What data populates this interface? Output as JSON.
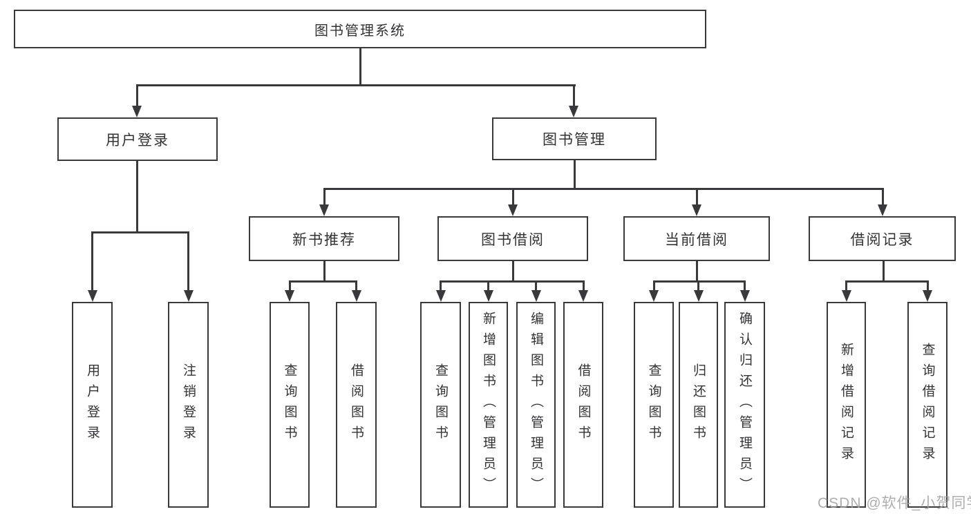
{
  "diagram": {
    "root": {
      "label": "图书管理系统"
    },
    "level2": [
      {
        "label": "用户登录"
      },
      {
        "label": "图书管理"
      }
    ],
    "level3": [
      {
        "label": "新书推荐"
      },
      {
        "label": "图书借阅"
      },
      {
        "label": "当前借阅"
      },
      {
        "label": "借阅记录"
      }
    ],
    "leaves": {
      "user_login": [
        "用户登录",
        "注销登录"
      ],
      "new_book_recommend": [
        "查询图书",
        "借阅图书"
      ],
      "book_borrow": [
        "查询图书",
        "新增图书（管理员）",
        "编辑图书（管理员）",
        "借阅图书"
      ],
      "current_borrow": [
        "查询图书",
        "归还图书",
        "确认归还（管理员）"
      ],
      "borrow_record": [
        "新增借阅记录",
        "查询借阅记录"
      ]
    },
    "watermark": "CSDN @软件_小贺同学",
    "colors": {
      "line": "#39393b",
      "text": "#333335",
      "watermark": "#a0a0a0",
      "background": "#ffffff"
    }
  }
}
